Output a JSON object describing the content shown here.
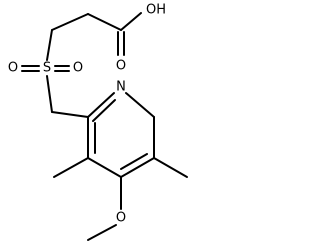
{
  "molecule": {
    "labels": {
      "hydroxyl": "OH",
      "carbonyl_o": "O",
      "sulfur": "S",
      "sulfonyl_o_left": "O",
      "sulfonyl_o_right": "O",
      "ring_nitrogen": "N",
      "ether_o": "O"
    }
  }
}
